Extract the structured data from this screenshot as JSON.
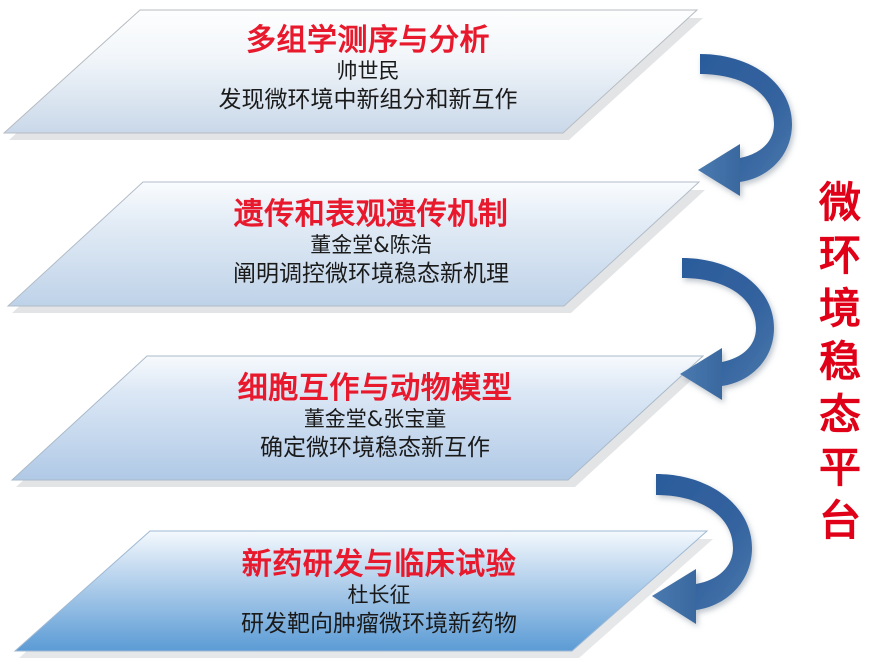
{
  "diagram": {
    "title_vertical": "微环境稳态平台",
    "vertical_chars": [
      "微",
      "环",
      "境",
      "稳",
      "态",
      "平",
      "台"
    ],
    "colors": {
      "title_red": "#e8192c",
      "caption_red": "#e00018",
      "arrow_body": "#2b5c9b",
      "arrow_head": "#4a7ab0",
      "band_light_top": "#fdfefe",
      "band_light_bottom": "#ccd9e8",
      "band_deep_bottom": "#5b9bd5",
      "body_text": "#1a1a1a"
    },
    "bands": [
      {
        "index": 1,
        "title": "多组学测序与分析",
        "person": "帅世民",
        "description": "发现微环境中新组分和新互作"
      },
      {
        "index": 2,
        "title": "遗传和表观遗传机制",
        "person": "董金堂&陈浩",
        "description": "阐明调控微环境稳态新机理"
      },
      {
        "index": 3,
        "title": "细胞互作与动物模型",
        "person": "董金堂&张宝童",
        "description": "确定微环境稳态新互作"
      },
      {
        "index": 4,
        "title": "新药研发与临床试验",
        "person": "杜长征",
        "description": "研发靶向肿瘤微环境新药物"
      }
    ],
    "arrows": [
      {
        "index": 1,
        "icon": "curved-arrow-icon",
        "direction": "clockwise-left",
        "from_band": 1,
        "to_band": 2
      },
      {
        "index": 2,
        "icon": "curved-arrow-icon",
        "direction": "clockwise-left",
        "from_band": 2,
        "to_band": 3
      },
      {
        "index": 3,
        "icon": "curved-arrow-icon",
        "direction": "clockwise-left",
        "from_band": 3,
        "to_band": 4
      }
    ]
  }
}
